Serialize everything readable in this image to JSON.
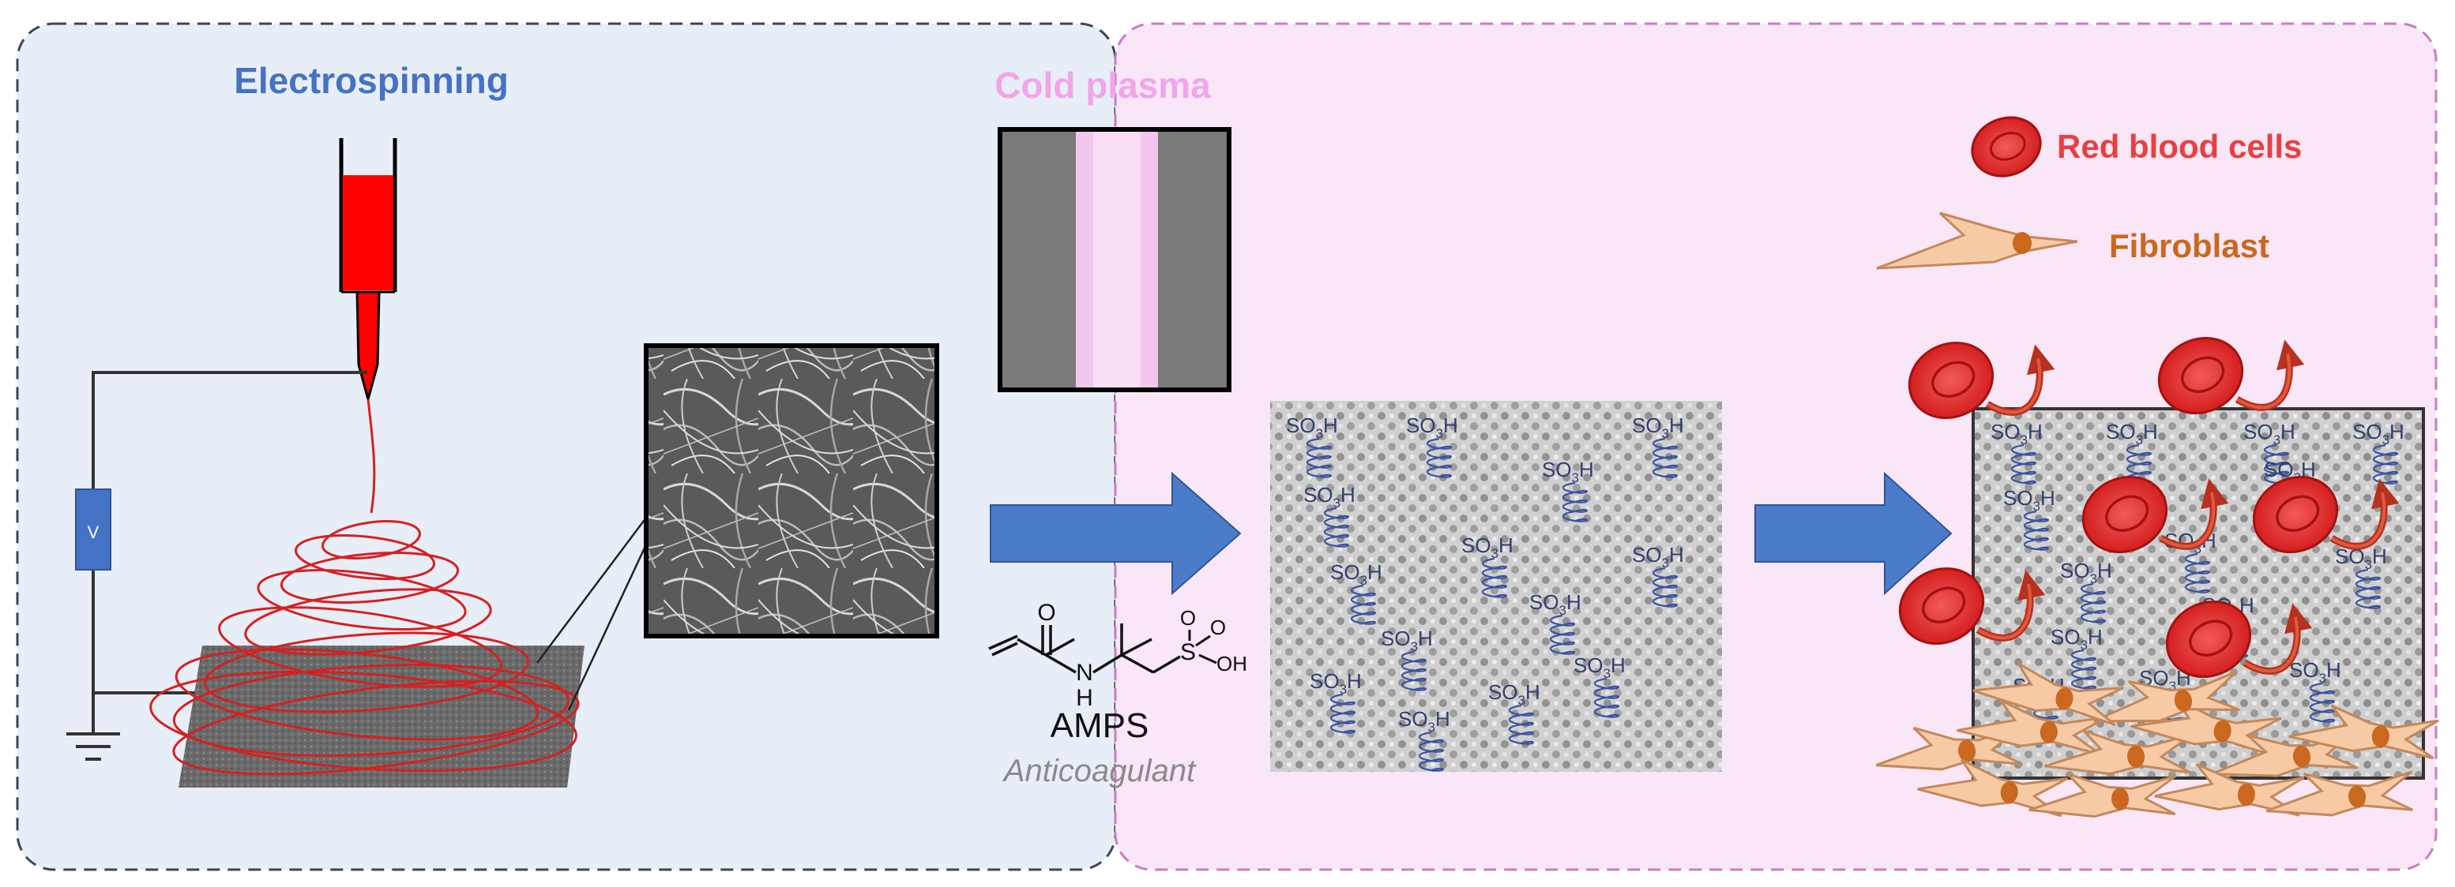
{
  "left_panel": {
    "title": "Electrospinning",
    "voltage_label": "V",
    "colors": {
      "fill": "#e8eef8",
      "border": "#3b4754",
      "title": "#4472c4"
    }
  },
  "right_panel": {
    "title": "Cold plasma",
    "colors": {
      "fill": "#f9e6f7",
      "border": "#c97cc6",
      "title": "#f0a6e8"
    }
  },
  "monomer": {
    "name": "AMPS",
    "role": "Anticoagulant",
    "atoms": {
      "o1": "O",
      "n": "N",
      "h": "H",
      "s": "S",
      "o2": "O",
      "o3": "O",
      "oh": "OH"
    }
  },
  "functional_group": {
    "base": "SO",
    "subscript": "3",
    "suffix": "H"
  },
  "legend": [
    {
      "label": "Red blood cells",
      "icon": "red-blood-cell-icon",
      "color": "#e84040"
    },
    {
      "label": "Fibroblast",
      "icon": "fibroblast-icon",
      "color": "#c9681e"
    }
  ],
  "colors": {
    "arrow": "#4a7cc9",
    "syringe": "#ff0000",
    "fiber": "#d62020",
    "rbc": "#e32b2b",
    "fibroblast": "#f7caa6"
  }
}
